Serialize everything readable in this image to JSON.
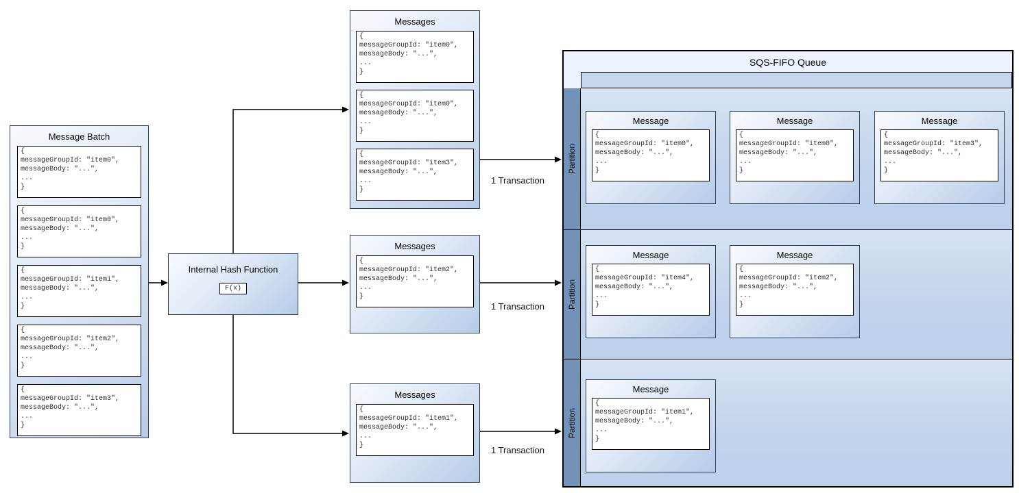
{
  "batch": {
    "title": "Message Batch",
    "blocks": [
      {
        "code": "{\nmessageGroupId: \"item0\",\nmessageBody: \"...\",\n...\n}"
      },
      {
        "code": "{\nmessageGroupId: \"item0\",\nmessageBody: \"...\",\n...\n}"
      },
      {
        "code": "{\nmessageGroupId: \"item1\",\nmessageBody: \"...\",\n...\n}"
      },
      {
        "code": "{\nmessageGroupId: \"item2\",\nmessageBody: \"...\",\n...\n}"
      },
      {
        "code": "{\nmessageGroupId: \"item3\",\nmessageBody: \"...\",\n...\n}"
      }
    ]
  },
  "hash": {
    "title": "Internal Hash Function",
    "fx_label": "F(x)"
  },
  "groups": [
    {
      "title": "Messages",
      "transaction_label": "1 Transaction",
      "blocks": [
        {
          "code": "{\nmessageGroupId: \"item0\",\nmessageBody: \"...\",\n...\n}"
        },
        {
          "code": "{\nmessageGroupId: \"item0\",\nmessageBody: \"...\",\n...\n}"
        },
        {
          "code": "{\nmessageGroupId: \"item3\",\nmessageBody: \"...\",\n...\n}"
        }
      ]
    },
    {
      "title": "Messages",
      "transaction_label": "1 Transaction",
      "blocks": [
        {
          "code": "{\nmessageGroupId: \"item2\",\nmessageBody: \"...\",\n...\n}"
        }
      ]
    },
    {
      "title": "Messages",
      "transaction_label": "1 Transaction",
      "blocks": [
        {
          "code": "{\nmessageGroupId: \"item1\",\nmessageBody: \"...\",\n...\n}"
        }
      ]
    }
  ],
  "queue": {
    "title": "SQS-FIFO Queue",
    "partitions": [
      {
        "label": "Partition",
        "messages": [
          {
            "title": "Message",
            "code": "{\nmessageGroupId: \"item0\",\nmessageBody: \"...\",\n...\n}"
          },
          {
            "title": "Message",
            "code": "{\nmessageGroupId: \"item0\",\nmessageBody: \"...\",\n...\n}"
          },
          {
            "title": "Message",
            "code": "{\nmessageGroupId: \"item3\",\nmessageBody: \"...\",\n...\n}"
          }
        ]
      },
      {
        "label": "Partition",
        "messages": [
          {
            "title": "Message",
            "code": "{\nmessageGroupId: \"item4\",\nmessageBody: \"...\",\n...\n}"
          },
          {
            "title": "Message",
            "code": "{\nmessageGroupId: \"item2\",\nmessageBody: \"...\",\n...\n}"
          }
        ]
      },
      {
        "label": "Partition",
        "messages": [
          {
            "title": "Message",
            "code": "{\nmessageGroupId: \"item1\",\nmessageBody: \"...\",\n...\n}"
          }
        ]
      }
    ]
  },
  "colors": {
    "box_gradient_start": "#f8fafd",
    "box_gradient_end": "#b7cbe8",
    "lane_fill": "#c3d4ec",
    "partition_strip": "#7292b8",
    "queue_fill": "#edf3fc",
    "queue_band_fill": "#c6d6ec",
    "stroke": "#000000"
  }
}
